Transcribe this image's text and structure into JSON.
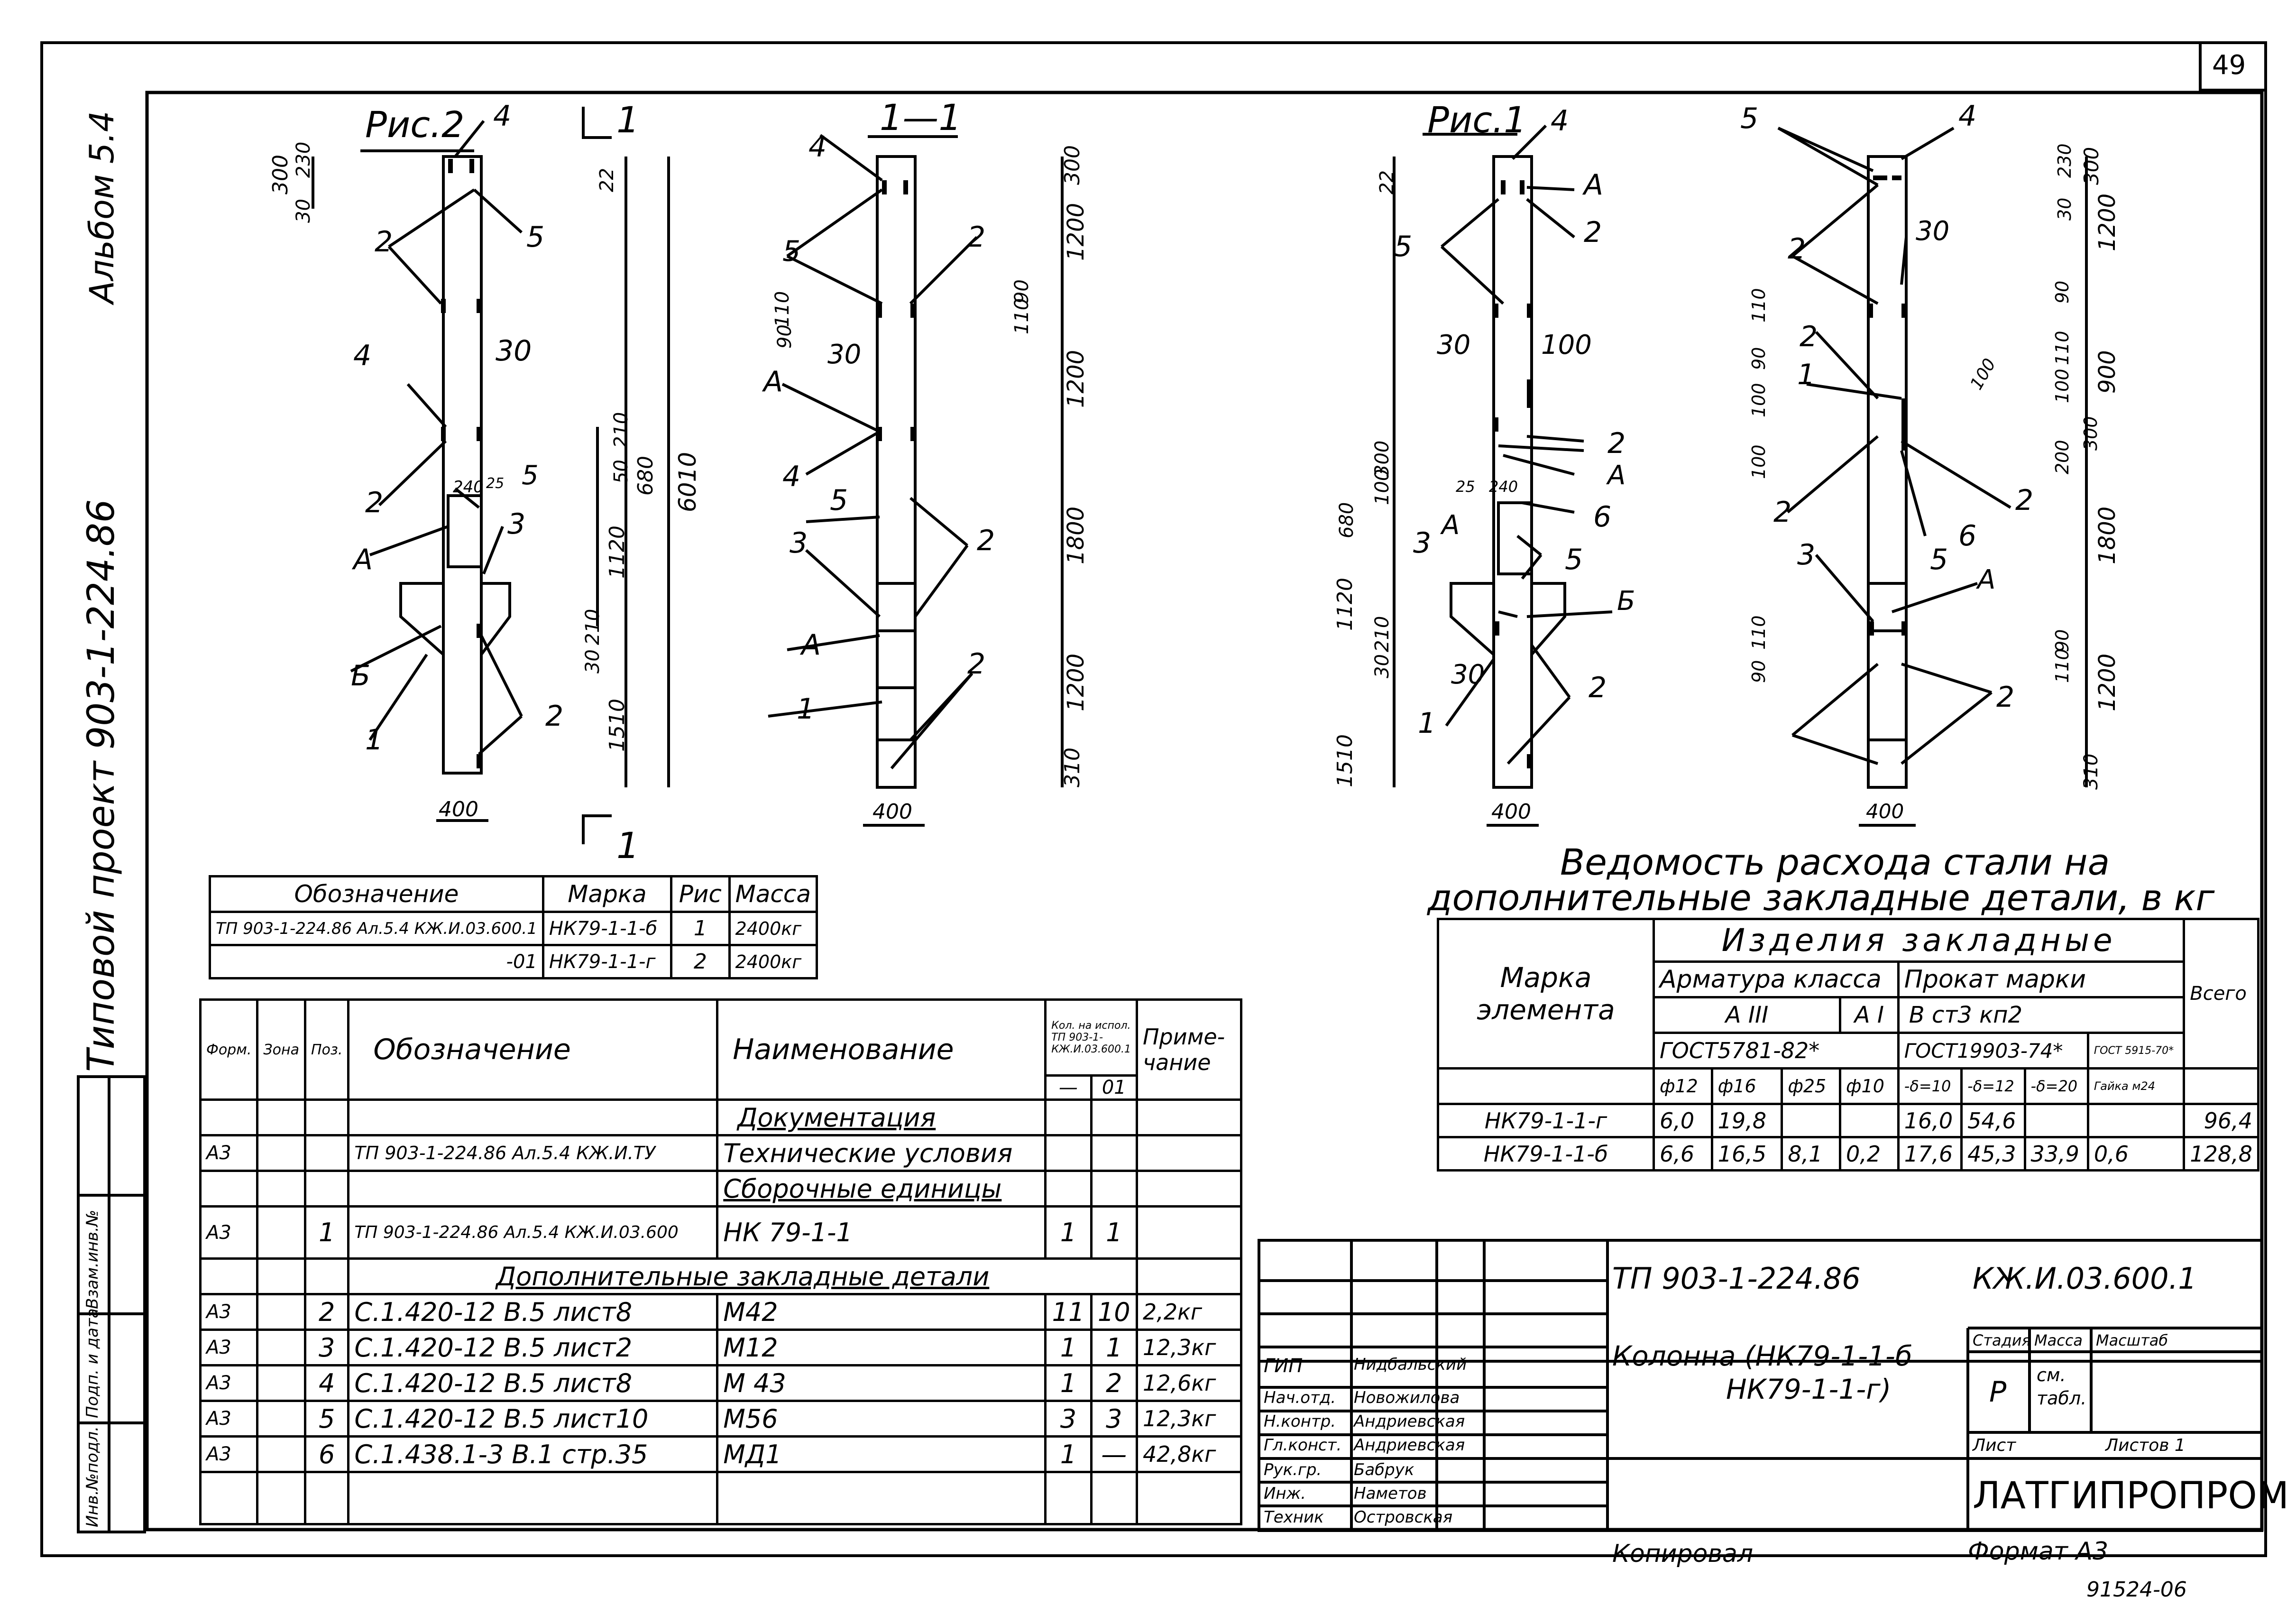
{
  "sheet_number": "49",
  "side": {
    "album": "Альбом 5.4",
    "project": "Типовой проект 903-1-224.86",
    "stamp_labels": [
      "Инв.№подл.",
      "Подп. и дата",
      "Взам.инв.№"
    ]
  },
  "figures": {
    "fig2_title": "Рис.2",
    "section_title": "1—1",
    "fig1_title": "Рис.1",
    "section_mark": "1",
    "fig2_labels": [
      "4",
      "5",
      "2",
      "4",
      "5",
      "2",
      "А",
      "3",
      "Б",
      "1",
      "2",
      "30"
    ],
    "fig2_dims": [
      "300",
      "230",
      "30",
      "22",
      "210",
      "50",
      "680",
      "6010",
      "240",
      "25",
      "1120",
      "210",
      "30",
      "1510",
      "400"
    ],
    "sec_labels": [
      "4",
      "5",
      "2",
      "А",
      "4",
      "5",
      "3",
      "А",
      "1",
      "2",
      "2",
      "30"
    ],
    "sec_dims": [
      "300",
      "1200",
      "110",
      "90",
      "90",
      "110",
      "1200",
      "1800",
      "1200",
      "310",
      "400"
    ],
    "fig1_labels": [
      "4",
      "А",
      "2",
      "5",
      "30",
      "100",
      "2",
      "А",
      "6",
      "А",
      "3",
      "5",
      "Б",
      "1",
      "2",
      "30"
    ],
    "fig1_dims": [
      "22",
      "680",
      "300",
      "100",
      "25",
      "240",
      "1120",
      "210",
      "30",
      "1510",
      "400"
    ],
    "fig1b_labels": [
      "5",
      "4",
      "30",
      "2",
      "1",
      "2",
      "3",
      "2",
      "5",
      "6",
      "А",
      "2",
      "2"
    ],
    "fig1b_dims": [
      "300",
      "230",
      "30",
      "1200",
      "110",
      "90",
      "90",
      "110",
      "100",
      "100",
      "900",
      "100",
      "300",
      "200",
      "100",
      "1800",
      "110",
      "90",
      "90",
      "110",
      "1200",
      "310",
      "400"
    ]
  },
  "mark_table": {
    "headers": [
      "Обозначение",
      "Марка",
      "Рис",
      "Масса"
    ],
    "rows": [
      {
        "designation": "ТП 903-1-224.86 Ал.5.4 КЖ.И.03.600.1",
        "mark": "НК79-1-1-б",
        "fig": "1",
        "mass": "2400кг"
      },
      {
        "designation": "-01",
        "mark": "НК79-1-1-г",
        "fig": "2",
        "mass": "2400кг"
      }
    ]
  },
  "spec_table": {
    "headers": {
      "format": "Форм.",
      "zone": "Зона",
      "pos": "Поз.",
      "designation": "Обозначение",
      "name": "Наименование",
      "qty": "Кол. на испол. ТП 903-1- КЖ.И.03.600.1",
      "qty_a": "—",
      "qty_b": "01",
      "note": "Приме- чание"
    },
    "section_docs": "Документация",
    "row_docs": {
      "format": "А3",
      "designation": "ТП 903-1-224.86 Ал.5.4 КЖ.И.ТУ",
      "name": "Технические условия"
    },
    "section_units": "Сборочные единицы",
    "row_unit": {
      "format": "А3",
      "pos": "1",
      "designation": "ТП 903-1-224.86 Ал.5.4 КЖ.И.03.600",
      "name": "НК 79-1-1",
      "qa": "1",
      "qb": "1"
    },
    "section_parts": "Дополнительные закладные детали",
    "rows": [
      {
        "format": "А3",
        "pos": "2",
        "designation": "С.1.420-12  В.5 лист8",
        "name": "М42",
        "qa": "11",
        "qb": "10",
        "note": "2,2кг"
      },
      {
        "format": "А3",
        "pos": "3",
        "designation": "С.1.420-12  В.5 лист2",
        "name": "М12",
        "qa": "1",
        "qb": "1",
        "note": "12,3кг"
      },
      {
        "format": "А3",
        "pos": "4",
        "designation": "С.1.420-12  В.5 лист8",
        "name": "М 43",
        "qa": "1",
        "qb": "2",
        "note": "12,6кг"
      },
      {
        "format": "А3",
        "pos": "5",
        "designation": "С.1.420-12  В.5 лист10",
        "name": "М56",
        "qa": "3",
        "qb": "3",
        "note": "12,3кг"
      },
      {
        "format": "А3",
        "pos": "6",
        "designation": "С.1.438.1-3  В.1 стр.35",
        "name": "МД1",
        "qa": "1",
        "qb": "—",
        "note": "42,8кг"
      }
    ]
  },
  "steel_table": {
    "title_1": "Ведомость расхода стали на",
    "title_2": "дополнительные закладные детали, в кг",
    "h_items": "Изделия закладные",
    "h_mark": "Марка элемента",
    "h_rebar": "Арматура класса",
    "h_rolled": "Прокат марки",
    "h_total": "Всего",
    "h_a3": "А III",
    "h_a1": "А I",
    "h_steel": "В ст3 кп2",
    "h_gost1": "ГОСТ5781-82*",
    "h_gost2": "ГОСТ19903-74*",
    "h_gost3": "ГОСТ 5915-70*",
    "cols": [
      "ф12",
      "ф16",
      "ф25",
      "ф10",
      "-δ=10",
      "-δ=12",
      "-δ=20",
      "Гайка м24"
    ],
    "rows": [
      {
        "mark": "НК79-1-1-г",
        "v": [
          "6,0",
          "19,8",
          "",
          "",
          "16,0",
          "54,6",
          "",
          ""
        ],
        "total": "96,4"
      },
      {
        "mark": "НК79-1-1-б",
        "v": [
          "6,6",
          "16,5",
          "8,1",
          "0,2",
          "17,6",
          "45,3",
          "33,9",
          "0,6"
        ],
        "total": "128,8"
      }
    ]
  },
  "title_block": {
    "code_left": "ТП 903-1-224.86",
    "code_right": "КЖ.И.03.600.1",
    "name_1": "Колонна (НК79-1-1-б",
    "name_2": "НК79-1-1-г)",
    "stage_h": "Стадия",
    "mass_h": "Масса",
    "scale_h": "Масштаб",
    "stage": "Р",
    "mass": "см. табл.",
    "sheet_h": "Лист",
    "sheets_h": "Листов 1",
    "org": "ЛАТГИПРОПРОМ",
    "roles": [
      {
        "role": "ГИП",
        "name": "Нидбальский"
      },
      {
        "role": "Нач.отд.",
        "name": "Новожилова"
      },
      {
        "role": "Н.контр.",
        "name": "Андриевская"
      },
      {
        "role": "Гл.конст.",
        "name": "Андриевская"
      },
      {
        "role": "Рук.гр.",
        "name": "Бабрук"
      },
      {
        "role": "Инж.",
        "name": "Наметов"
      },
      {
        "role": "Техник",
        "name": "Островская"
      }
    ]
  },
  "footer": {
    "copied": "Копировал",
    "format": "Формат А3",
    "doc_no": "91524-06"
  }
}
